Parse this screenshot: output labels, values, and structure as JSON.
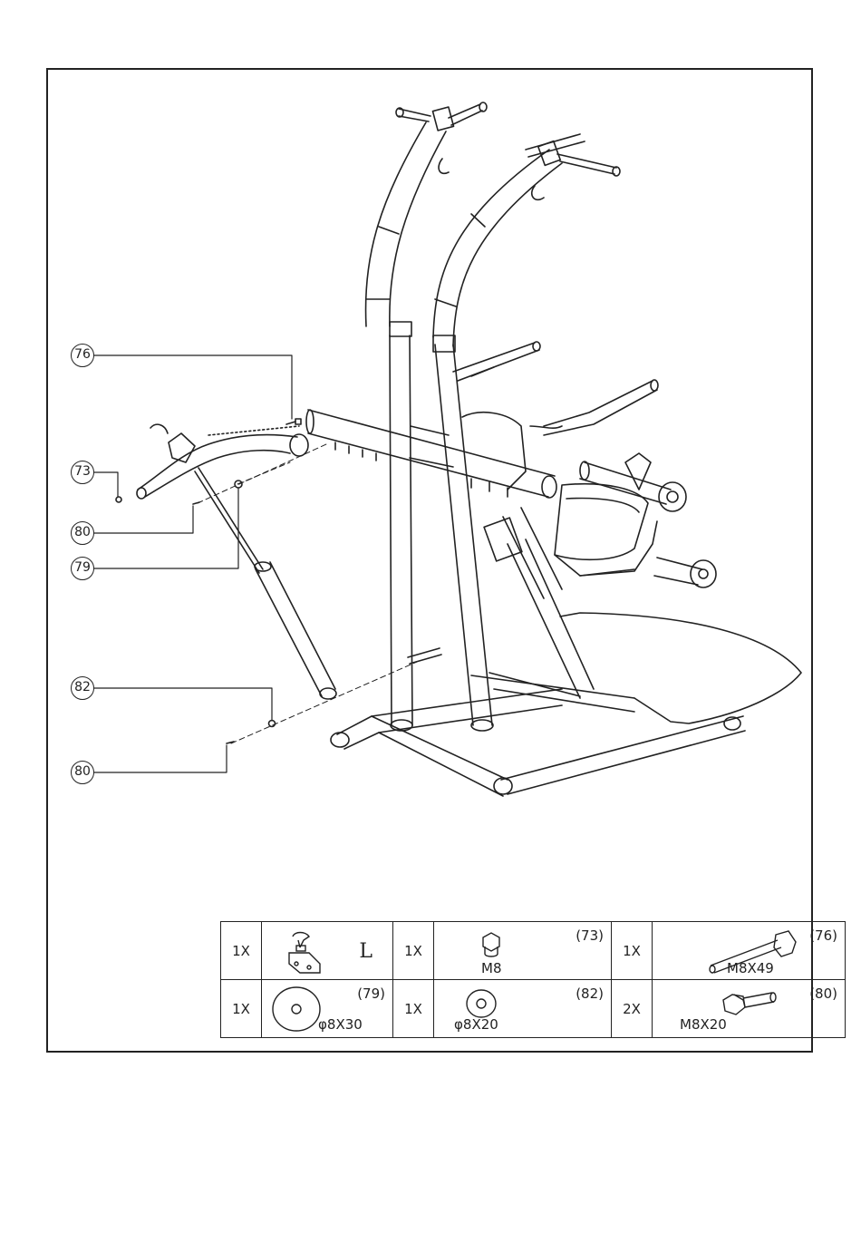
{
  "callouts": [
    {
      "id": "c76",
      "label": "76"
    },
    {
      "id": "c73",
      "label": "73"
    },
    {
      "id": "c80a",
      "label": "80"
    },
    {
      "id": "c79",
      "label": "79"
    },
    {
      "id": "c82",
      "label": "82"
    },
    {
      "id": "c80b",
      "label": "80"
    }
  ],
  "parts": [
    {
      "qty": "1X",
      "name": "left-handle-bracket",
      "ref": "",
      "side": "L",
      "size": ""
    },
    {
      "qty": "1X",
      "name": "nut",
      "ref": "(73)",
      "size": "M8"
    },
    {
      "qty": "1X",
      "name": "bolt-long",
      "ref": "(76)",
      "size": "M8X49"
    },
    {
      "qty": "1X",
      "name": "washer-large",
      "ref": "(79)",
      "size": "φ8X30"
    },
    {
      "qty": "1X",
      "name": "washer-small",
      "ref": "(82)",
      "size": "φ8X20"
    },
    {
      "qty": "2X",
      "name": "bolt-short",
      "ref": "(80)",
      "size": "M8X20"
    }
  ]
}
